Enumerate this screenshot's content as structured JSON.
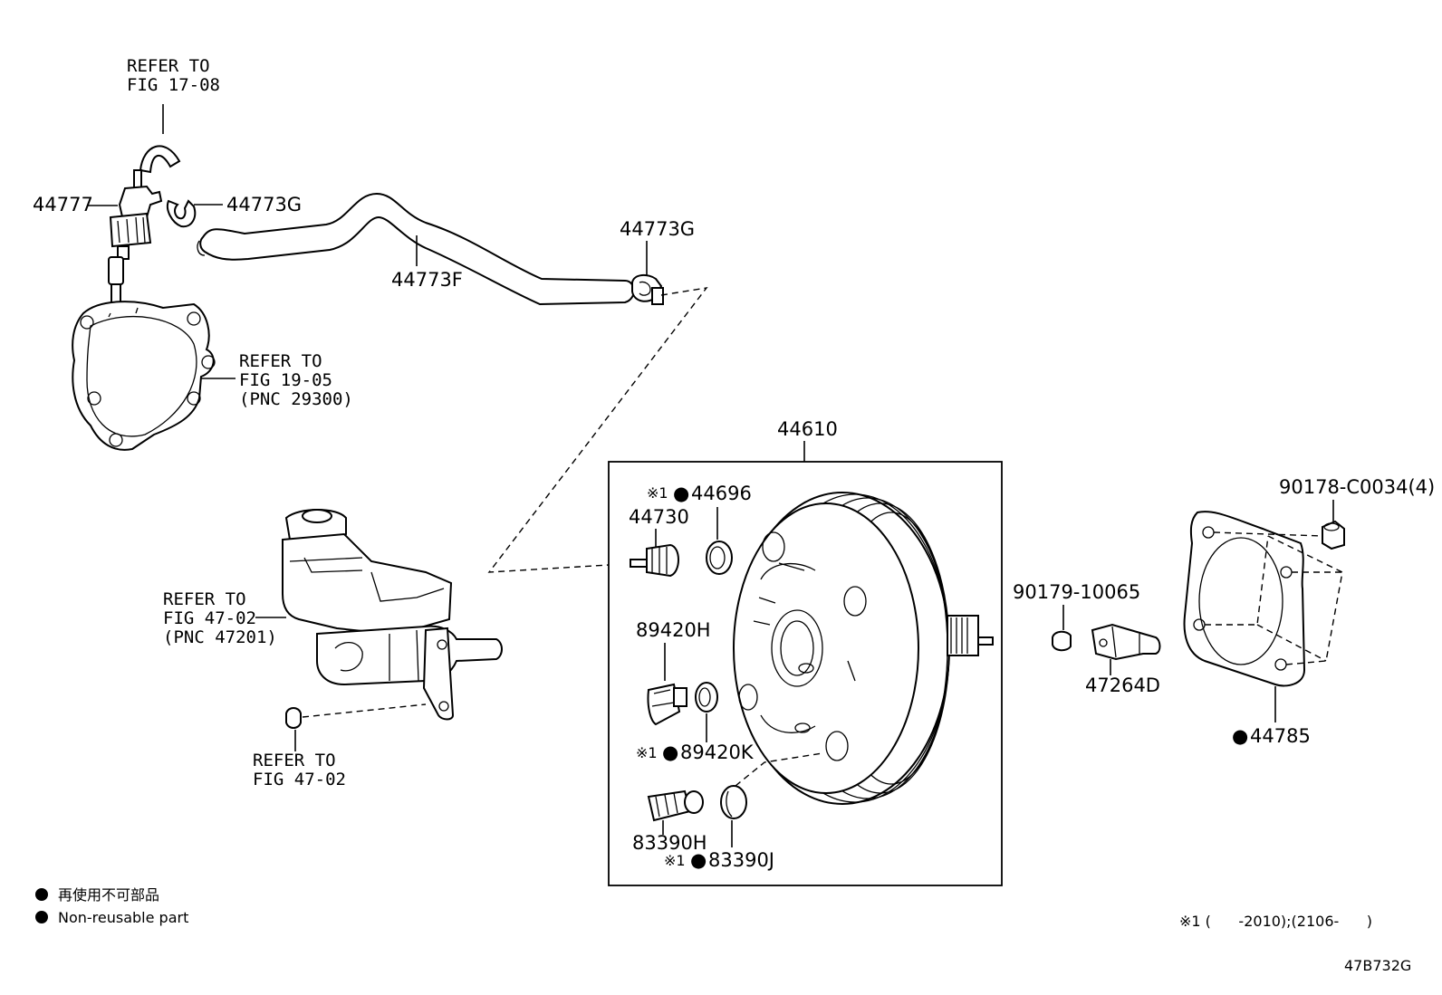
{
  "refs": {
    "fig_17_08": [
      "REFER TO",
      "FIG 17-08"
    ],
    "fig_19_05": [
      "REFER TO",
      "FIG 19-05",
      "(PNC 29300)"
    ],
    "fig_47_02_pnc": [
      "REFER TO",
      "FIG 47-02",
      "(PNC 47201)"
    ],
    "fig_47_02": [
      "REFER TO",
      "FIG 47-02"
    ]
  },
  "parts": {
    "p44777": "44777",
    "p44773G_a": "44773G",
    "p44773F": "44773F",
    "p44773G_b": "44773G",
    "p44610": "44610",
    "p44696": "44696",
    "p44730": "44730",
    "p89420H": "89420H",
    "p89420K": "89420K",
    "p83390H": "83390H",
    "p83390J": "83390J",
    "p90178": "90178-C0034(4)",
    "p90179": "90179-10065",
    "p47264D": "47264D",
    "p44785": "44785"
  },
  "marks": {
    "ref_mark": "※1",
    "bullet": "●"
  },
  "legend": {
    "japanese": "再使用不可部品",
    "english": "Non-reusable part"
  },
  "footnote": "※1 (      -2010);(2106-      )",
  "diagram_code": "47B732G"
}
